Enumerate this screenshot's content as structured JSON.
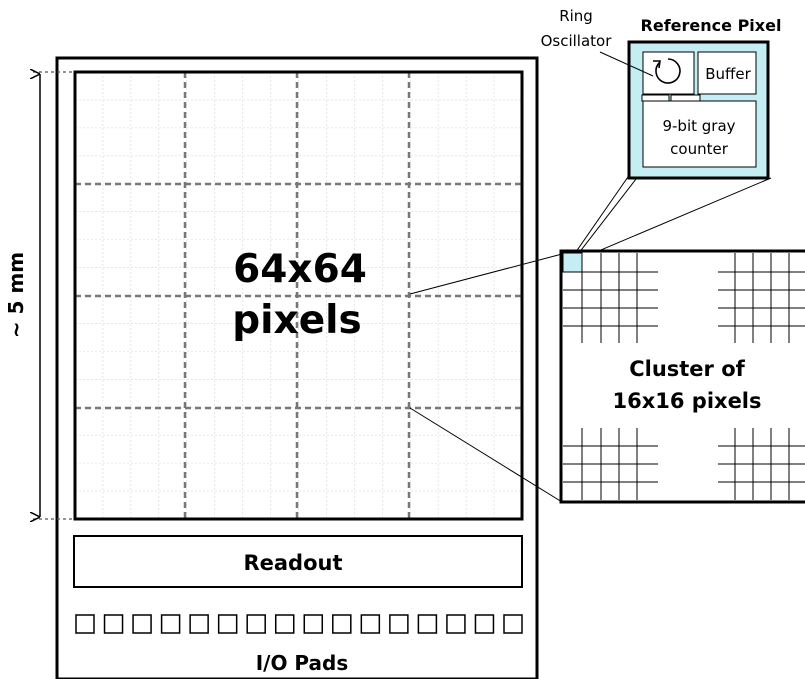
{
  "diagram": {
    "dimension_label": "~ 5 mm",
    "array_label_line1": "64x64",
    "array_label_line2": "pixels",
    "readout_label": "Readout",
    "io_pads_label": "I/O Pads",
    "io_pad_count": 16,
    "cluster_label_line1": "Cluster of",
    "cluster_label_line2": "16x16 pixels",
    "reference_pixel_title": "Reference Pixel",
    "ring_oscillator_line1": "Ring",
    "ring_oscillator_line2": "Oscillator",
    "buffer_label": "Buffer",
    "counter_label_line1": "9-bit gray",
    "counter_label_line2": "counter"
  },
  "colors": {
    "highlight_fill": "#c5eef4",
    "stroke": "#000000",
    "dashed_grid": "#777777",
    "faint_grid": "#d8d8d8"
  }
}
